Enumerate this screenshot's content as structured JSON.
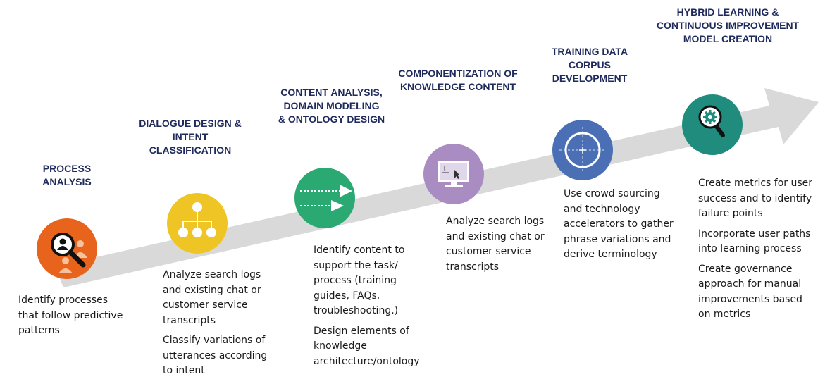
{
  "steps": [
    {
      "title_lines": [
        "PROCESS",
        "ANALYSIS"
      ],
      "icon": "magnifier-people-icon",
      "color": "#e8641c",
      "desc": [
        "Identify processes that follow predictive patterns"
      ]
    },
    {
      "title_lines": [
        "DIALOGUE DESIGN &",
        "INTENT",
        "CLASSIFICATION"
      ],
      "icon": "hierarchy-icon",
      "color": "#efc525",
      "desc": [
        "Analyze search logs and existing chat or customer service transcripts",
        "Classify variations of utterances according to intent"
      ]
    },
    {
      "title_lines": [
        "CONTENT ANALYSIS,",
        "DOMAIN MODELING",
        "& ONTOLOGY DESIGN"
      ],
      "icon": "flow-arrows-icon",
      "color": "#2aaa72",
      "desc": [
        "Identify content to support the task/ process (training guides, FAQs, troubleshooting.)",
        "Design elements of knowledge architecture/ontology"
      ]
    },
    {
      "title_lines": [
        "COMPONENTIZATION OF",
        "KNOWLEDGE CONTENT"
      ],
      "icon": "monitor-icon",
      "color": "#a98cc2",
      "desc": [
        "Analyze search logs and existing chat or customer service transcripts"
      ]
    },
    {
      "title_lines": [
        "TRAINING DATA",
        "CORPUS",
        "DEVELOPMENT"
      ],
      "icon": "target-icon",
      "color": "#4a6fb5",
      "desc": [
        "Use crowd sourcing and technology accelerators to gather phrase variations and derive terminology"
      ]
    },
    {
      "title_lines": [
        "HYBRID LEARNING &",
        "CONTINUOUS IMPROVEMENT",
        "MODEL CREATION"
      ],
      "icon": "magnifier-gear-icon",
      "color": "#1f8c7e",
      "desc": [
        "Create metrics for user success and to identify failure points",
        "Incorporate user paths into learning process",
        "Create governance approach for manual improvements based on metrics"
      ]
    }
  ],
  "arrow_color": "#d9d9d9"
}
